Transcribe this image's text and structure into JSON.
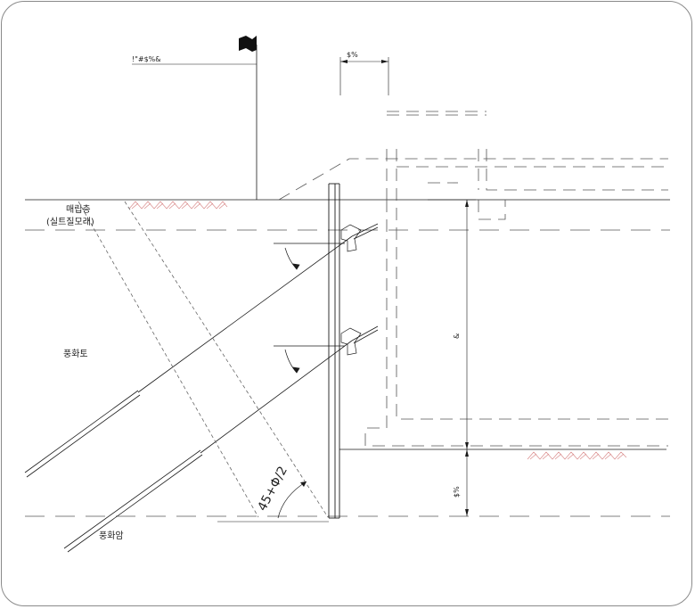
{
  "labels": {
    "fill_layer_line1": "매립층",
    "fill_layer_line2": "(실트질모래)",
    "weathered_soil": "풍화토",
    "weathered_rock": "풍화암",
    "angle_formula": "45+Φ/2",
    "ground_level_mark": "!\"#$%&",
    "offset_dim": "$%",
    "depth_dim_main": "&",
    "depth_dim_embed": "$%"
  },
  "icons": {
    "flag": "survey-flag-icon"
  },
  "colors": {
    "line": "#1a1a1a",
    "dashed": "#555555",
    "hatch": "#d98a8a",
    "frame": "#8a8a8a"
  }
}
